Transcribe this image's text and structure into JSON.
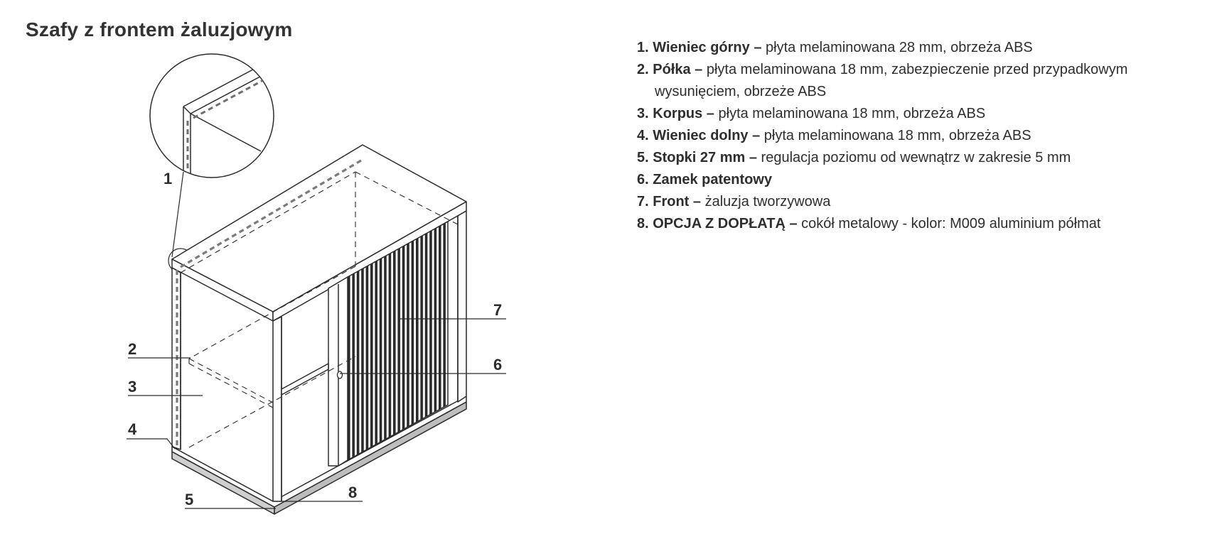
{
  "title": "Szafy z frontem żaluzjowym",
  "callouts": [
    "1",
    "2",
    "3",
    "4",
    "5",
    "6",
    "7",
    "8"
  ],
  "legend": [
    {
      "num": "1.",
      "term": "Wieniec górny",
      "desc": "płyta melaminowana 28 mm, obrzeża ABS"
    },
    {
      "num": "2.",
      "term": "Półka",
      "desc": "płyta melaminowana 18 mm, zabezpieczenie przed przypadkowym wysunięciem, obrzeże ABS"
    },
    {
      "num": "3.",
      "term": "Korpus",
      "desc": "płyta melaminowana 18 mm, obrzeża ABS"
    },
    {
      "num": "4.",
      "term": "Wieniec dolny",
      "desc": "płyta melaminowana 18 mm, obrzeża ABS"
    },
    {
      "num": "5.",
      "term": "Stopki 27 mm",
      "desc": "regulacja poziomu od wewnątrz w zakresie 5 mm"
    },
    {
      "num": "6.",
      "term": "Zamek patentowy",
      "desc": ""
    },
    {
      "num": "7.",
      "term": "Front",
      "desc": "żaluzja tworzywowa"
    },
    {
      "num": "8.",
      "term": "OPCJA Z DOPŁATĄ",
      "desc": "cokół metalowy - kolor: M009 aluminium półmat"
    }
  ],
  "separator": " – "
}
